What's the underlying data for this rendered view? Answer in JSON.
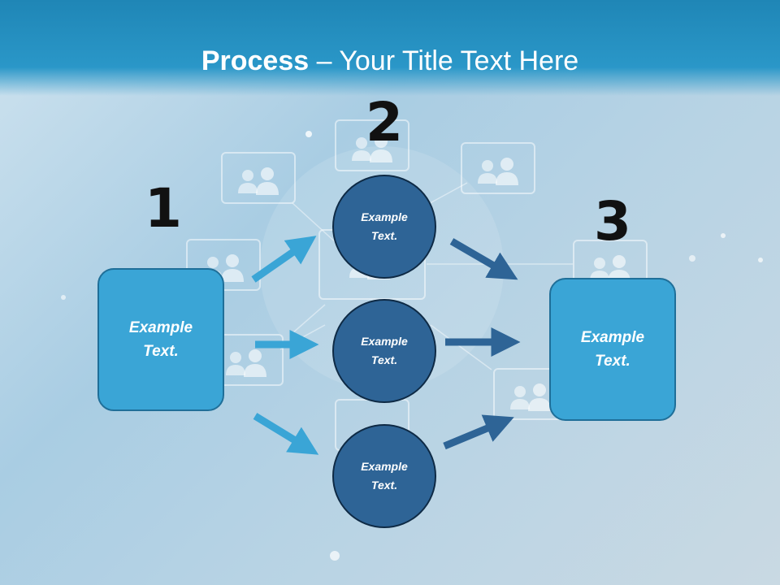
{
  "title": {
    "bold": "Process",
    "rest": " – Your Title Text Here"
  },
  "steps": [
    "1",
    "2",
    "3"
  ],
  "left_box": {
    "text": "Example\nText."
  },
  "right_box": {
    "text": "Example\nText."
  },
  "circles": [
    {
      "text": "Example\nText."
    },
    {
      "text": "Example\nText."
    },
    {
      "text": "Example\nText."
    }
  ],
  "colors": {
    "header": "#2a97c8",
    "box_fill": "#3aa5d6",
    "circle_fill": "#2e6496",
    "arrow_light": "#3aa5d6",
    "arrow_dark": "#2e6496"
  }
}
